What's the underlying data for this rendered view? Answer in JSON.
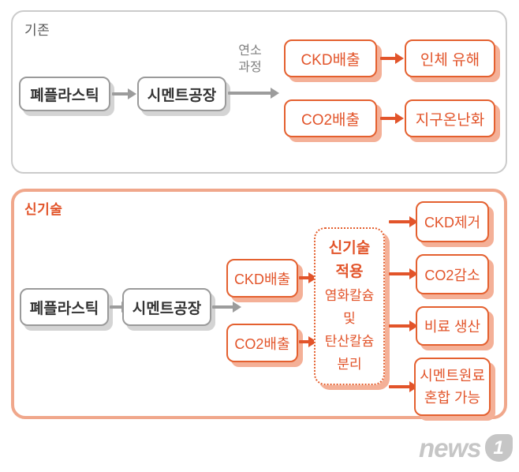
{
  "colors": {
    "accent_text": "#e2542a",
    "accent_border": "#e4602f",
    "accent_shadow": "#f4b097",
    "panel_border_gray": "#cbcbcb",
    "panel_border_salmon": "#f0a78b",
    "node_border_gray": "#9a9a9a",
    "node_shadow_gray": "#d4d4d4",
    "node_text_dark": "#333333",
    "muted_text": "#808080",
    "watermark_gray": "#c6c6c6"
  },
  "existing_panel": {
    "title": "기존",
    "waste_plastic": "폐플라스틱",
    "cement_factory": "시멘트공장",
    "combustion_line1": "연소",
    "combustion_line2": "과정",
    "ckd_emission": "CKD배출",
    "human_harm": "인체 유해",
    "co2_emission": "CO2배출",
    "global_warming": "지구온난화"
  },
  "new_panel": {
    "title": "신기술",
    "waste_plastic": "폐플라스틱",
    "cement_factory": "시멘트공장",
    "ckd_emission": "CKD배출",
    "co2_emission": "CO2배출",
    "process_box": {
      "line1": "신기술",
      "line2": "적용",
      "line3": "염화칼슘",
      "line4": "및",
      "line5": "탄산칼슘",
      "line6": "분리"
    },
    "outputs": {
      "ckd_removal": "CKD제거",
      "co2_reduction": "CO2감소",
      "fertilizer": "비료 생산",
      "cement_line1": "시멘트원료",
      "cement_line2": "혼합 가능"
    }
  },
  "watermark": {
    "text": "news",
    "badge": "1"
  }
}
